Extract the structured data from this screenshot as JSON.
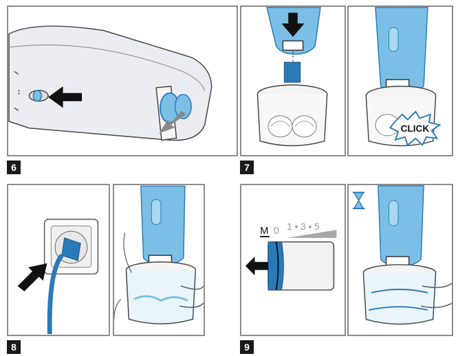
{
  "steps": [
    {
      "number": "6"
    },
    {
      "number": "7",
      "callout": "CLICK"
    },
    {
      "number": "8"
    },
    {
      "number": "9",
      "dial": {
        "m": "M",
        "zero": "0",
        "scale": "1 • 3 • 5"
      }
    }
  ],
  "colors": {
    "device_blue": "#7bbfe6",
    "device_dark": "#2a7ab8",
    "arrow": "#111111",
    "frame": "#8c8c8c"
  }
}
